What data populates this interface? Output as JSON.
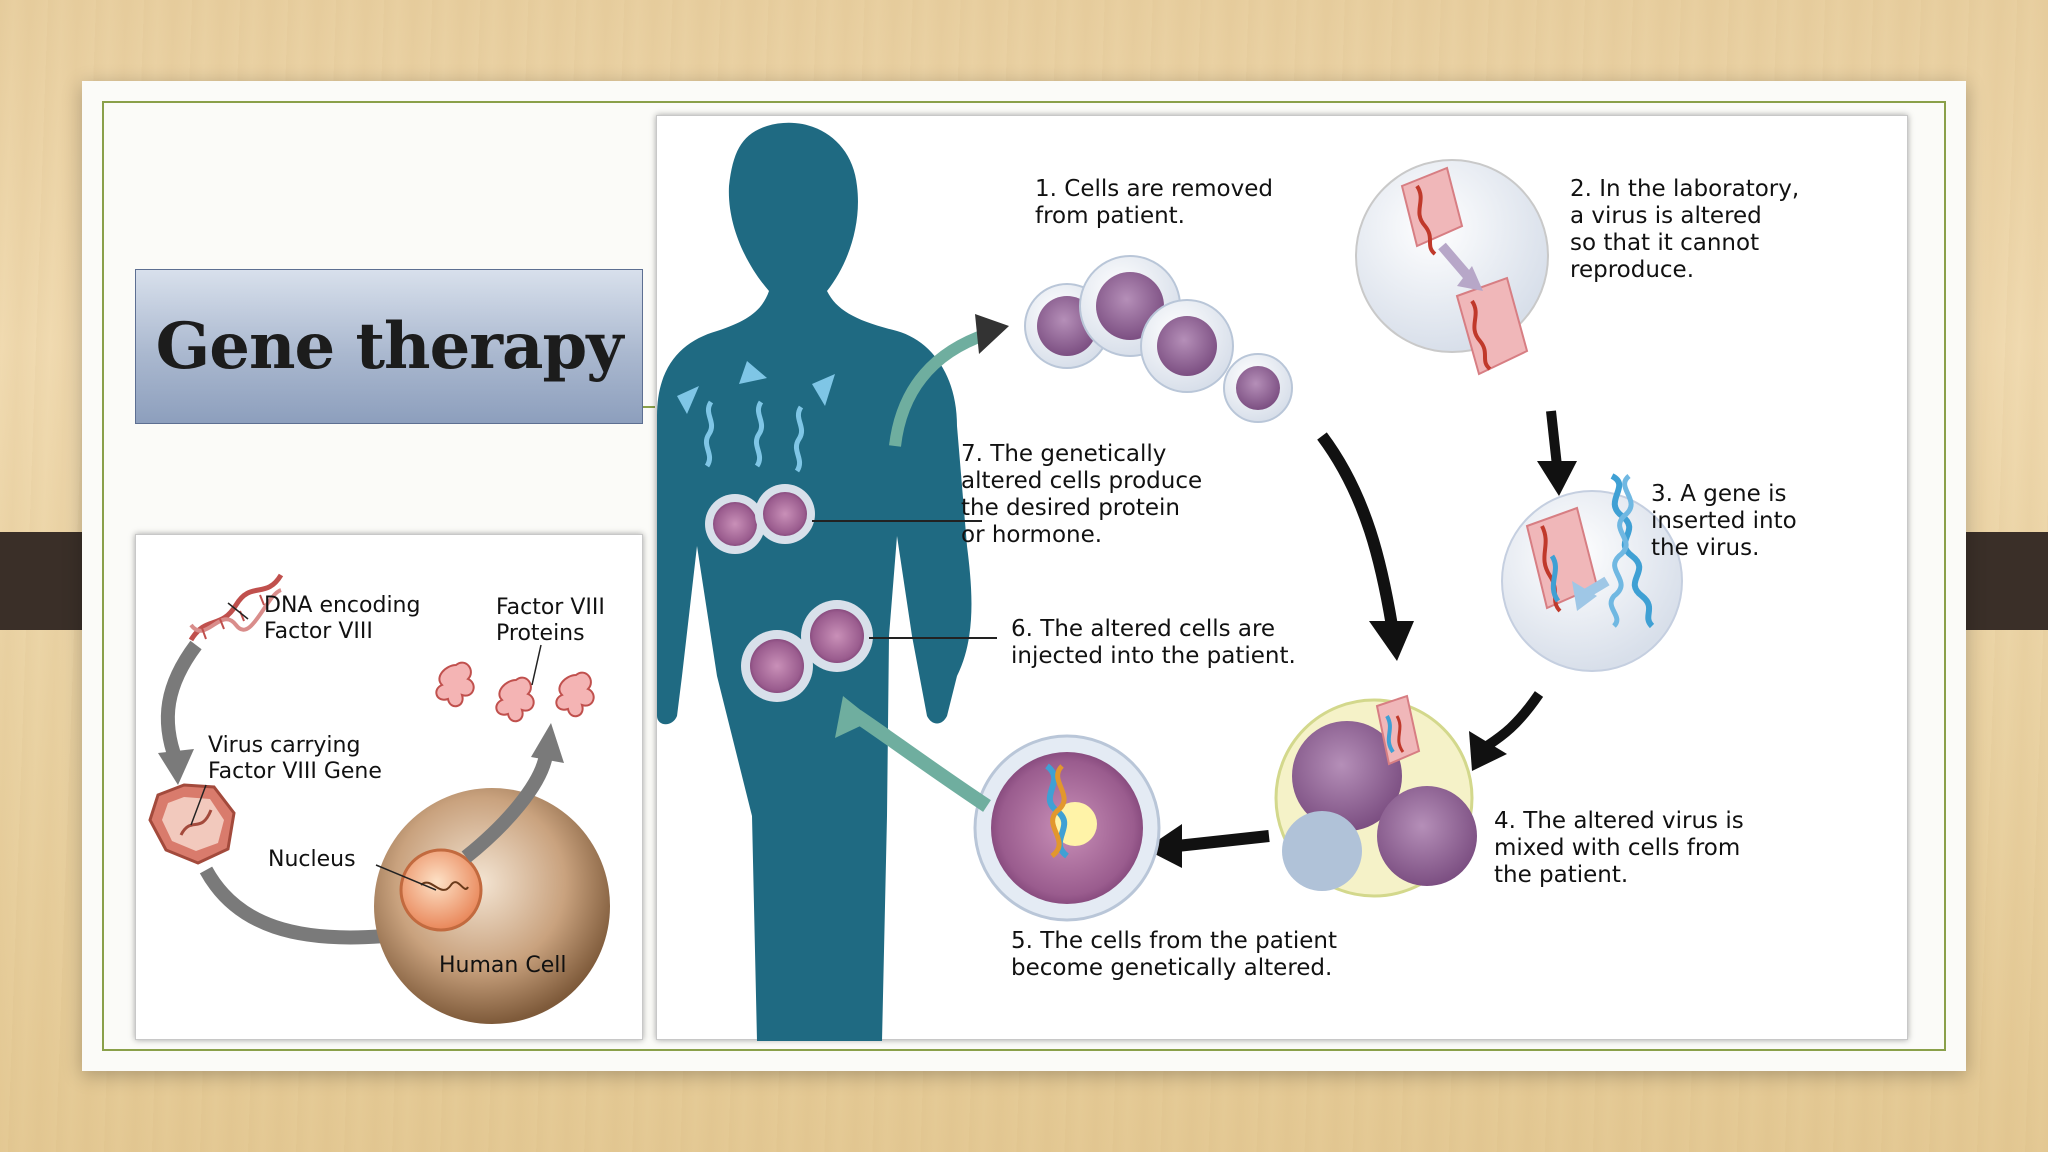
{
  "slide": {
    "title": "Gene therapy"
  },
  "left_panel": {
    "labels": {
      "dna": "DNA encoding\nFactor VIII",
      "proteins": "Factor VIII\nProteins",
      "virus": "Virus carrying\nFactor VIII Gene",
      "nucleus": "Nucleus",
      "cell": "Human Cell"
    }
  },
  "main_panel": {
    "steps": [
      {
        "num": "1.",
        "text": "Cells are removed\nfrom patient."
      },
      {
        "num": "2.",
        "text": "In the laboratory,\na virus is altered\nso that it cannot\nreproduce."
      },
      {
        "num": "3.",
        "text": "A gene is\ninserted into\nthe virus."
      },
      {
        "num": "4.",
        "text": "The altered virus is\nmixed with cells from\nthe patient."
      },
      {
        "num": "5.",
        "text": "The cells from the patient\nbecome genetically altered."
      },
      {
        "num": "6.",
        "text": "The altered cells are\ninjected into the patient."
      },
      {
        "num": "7.",
        "text": "The genetically\naltered cells produce\nthe desired protein\nor hormone."
      }
    ]
  },
  "colors": {
    "silhouette": "#1f6a82",
    "cell_purple": "#8a5a8e",
    "cell_ring": "#c9d4e6",
    "virus_pink": "#e8a3a8",
    "gene_blue": "#3fa0d4",
    "arrow_black": "#111111",
    "arrow_teal": "#5aa39a"
  }
}
